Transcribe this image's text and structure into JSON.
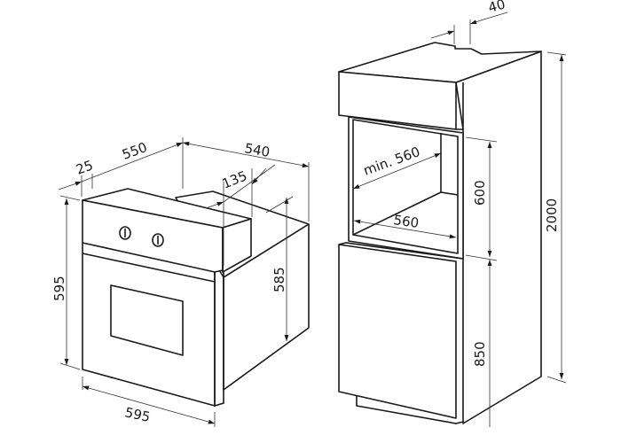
{
  "oven": {
    "dimensions": {
      "front_offset": "25",
      "depth_body": "550",
      "depth_total": "540",
      "panel_depth": "135",
      "body_height": "585",
      "front_height": "595",
      "front_width": "595"
    }
  },
  "cabinet": {
    "dimensions": {
      "vent_gap": "40",
      "niche_depth": "min. 560",
      "niche_width": "560",
      "niche_height": "600",
      "base_height": "850",
      "total_height": "2000"
    }
  },
  "colors": {
    "line": "#1a1a1a",
    "background": "#ffffff"
  }
}
